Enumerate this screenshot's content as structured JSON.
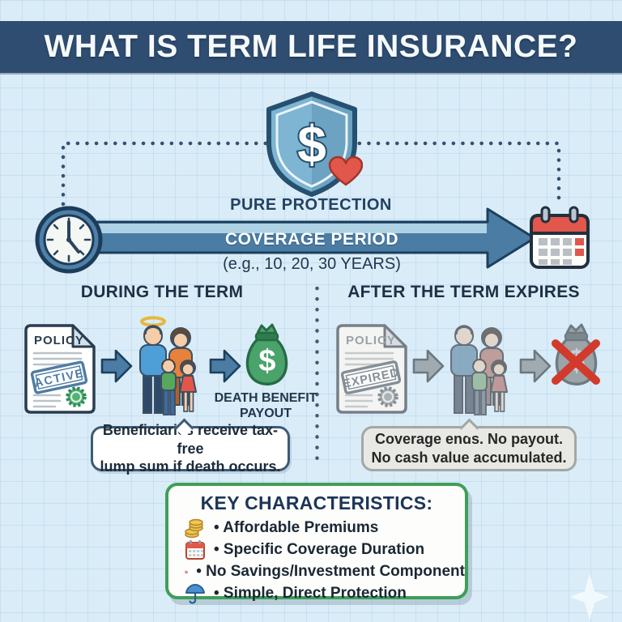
{
  "title": "WHAT IS TERM LIFE INSURANCE?",
  "protection_label": "PURE PROTECTION",
  "currency_symbol": "$",
  "timeline": {
    "arrow_label": "COVERAGE PERIOD",
    "arrow_sublabel": "(e.g., 10, 20, 30 YEARS)"
  },
  "columns": {
    "during": {
      "header": "DURING THE TERM",
      "policy_label": "POLICY",
      "stamp": "ACTIVE",
      "payout_line1": "DEATH BENEFIT",
      "payout_line2": "PAYOUT",
      "bubble_line1": "Beneficiaries receive tax-free",
      "bubble_line2": "lump sum if death occurs."
    },
    "after": {
      "header": "AFTER THE TERM EXPIRES",
      "policy_label": "POLICY",
      "stamp": "EXPIRED",
      "note_line1": "Coverage ends. No payout.",
      "note_line2": "No cash value accumulated."
    }
  },
  "key_characteristics": {
    "title": "KEY CHARACTERISTICS:",
    "items": [
      {
        "icon": "coins-icon",
        "label": "• Affordable Premiums"
      },
      {
        "icon": "calendar-icon",
        "label": "• Specific Coverage Duration"
      },
      {
        "icon": "piggy-bank-icon",
        "label": "• No Savings/Investment Component"
      },
      {
        "icon": "umbrella-icon",
        "label": "• Simple, Direct Protection"
      }
    ]
  },
  "colors": {
    "banner": "#2e4d71",
    "background": "#d9ecf8",
    "arrow_blue": "#4a7ca4",
    "shield_blue": "#7db5d2",
    "heart_red": "#e2574b",
    "money_green": "#4aa36a",
    "cross_red": "#d23a2c",
    "key_border_green": "#3f9e5a",
    "faded_gray": "#9aa4a9"
  }
}
